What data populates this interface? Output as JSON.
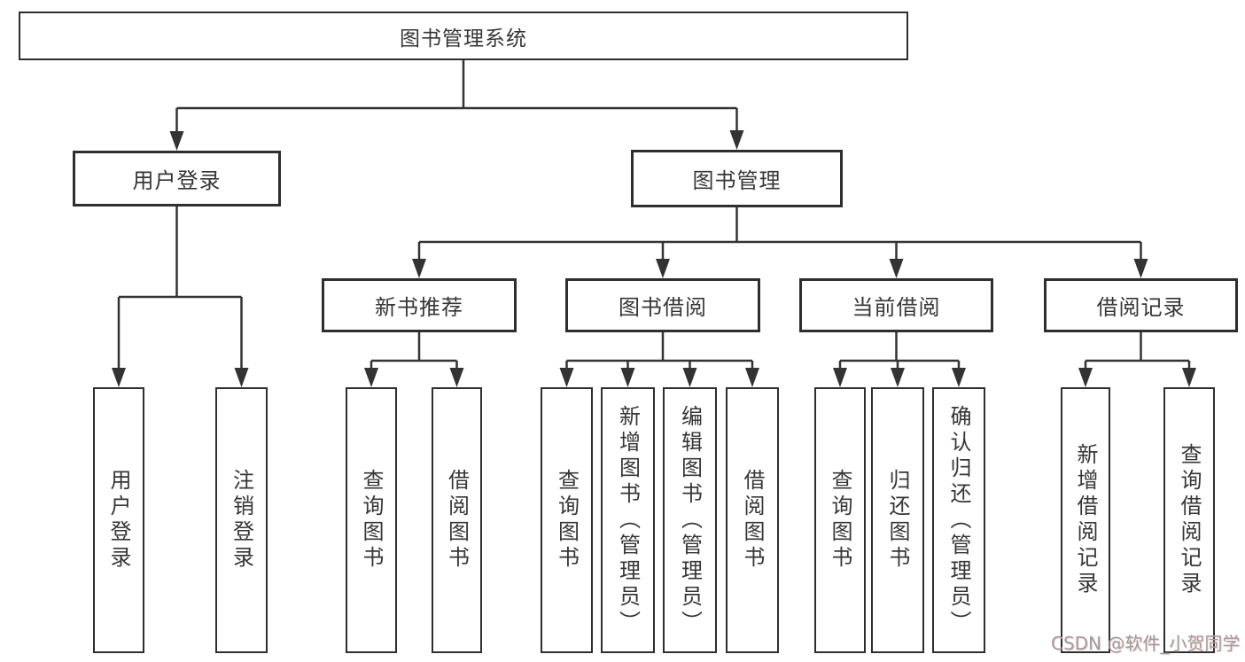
{
  "nodes": {
    "root": {
      "label": "图书管理系统"
    },
    "user_login": {
      "label": "用户登录"
    },
    "book_mgmt": {
      "label": "图书管理"
    },
    "new_book_rec": {
      "label": "新书推荐"
    },
    "book_borrow": {
      "label": "图书借阅"
    },
    "current_borrow": {
      "label": "当前借阅"
    },
    "borrow_record": {
      "label": "借阅记录"
    },
    "leaves": [
      {
        "label": "用户登录"
      },
      {
        "label": "注销登录"
      },
      {
        "label": "查询图书"
      },
      {
        "label": "借阅图书"
      },
      {
        "label": "查询图书"
      },
      {
        "label": "新增图书（管理员）"
      },
      {
        "label": "编辑图书（管理员）"
      },
      {
        "label": "借阅图书"
      },
      {
        "label": "查询图书"
      },
      {
        "label": "归还图书"
      },
      {
        "label": "确认归还（管理员）"
      },
      {
        "label": "新增借阅记录"
      },
      {
        "label": "查询借阅记录"
      }
    ]
  },
  "watermark": {
    "text": "CSDN @软件_小贺同学"
  },
  "colors": {
    "line": "#333333",
    "border": "#2e2e2e",
    "text": "#363636",
    "background": "#ffffff",
    "watermark": "#9e9e9e"
  }
}
